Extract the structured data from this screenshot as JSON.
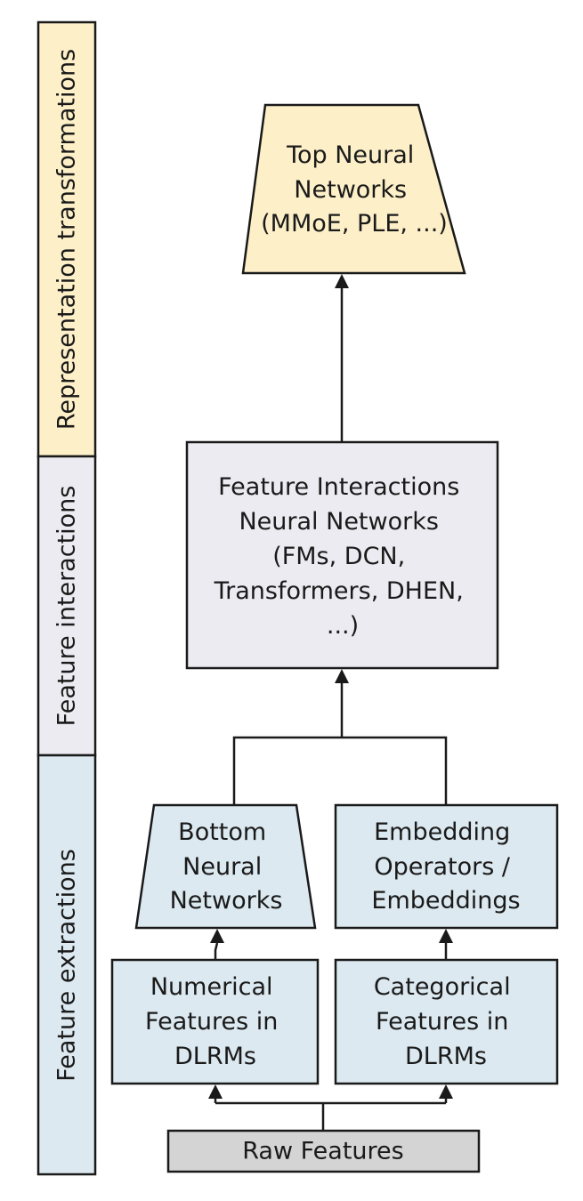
{
  "stages": {
    "representation": "Representation transformations",
    "interactions": "Feature interactions",
    "extractions": "Feature extractions"
  },
  "nodes": {
    "top": [
      "Top Neural",
      "Networks",
      "(MMoE, PLE, ...)"
    ],
    "interaction": [
      "Feature Interactions",
      "Neural Networks",
      "(FMs, DCN,",
      "Transformers, DHEN,",
      "...)"
    ],
    "bottom": [
      "Bottom",
      "Neural",
      "Networks"
    ],
    "embedding": [
      "Embedding",
      "Operators /",
      "Embeddings"
    ],
    "numerical": [
      "Numerical",
      "Features in",
      "DLRMs"
    ],
    "categorical": [
      "Categorical",
      "Features in",
      "DLRMs"
    ],
    "raw": "Raw Features"
  },
  "colors": {
    "top_fill": "#fdf0c8",
    "interaction_fill": "#ecebf1",
    "extraction_fill": "#dce9f0",
    "raw_fill": "#d4d4d4",
    "stroke": "#1a1a1a"
  }
}
